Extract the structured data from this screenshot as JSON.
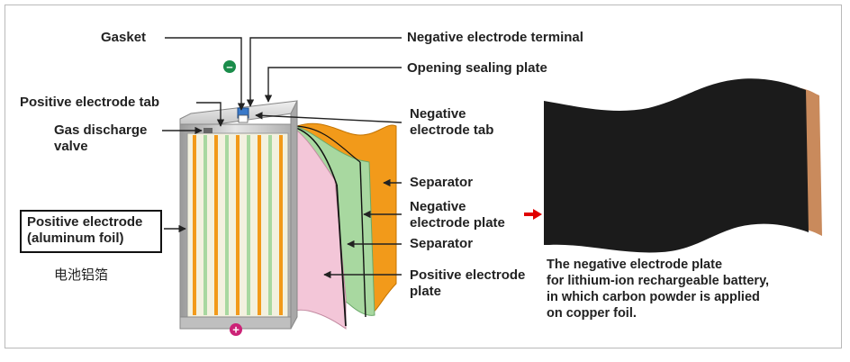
{
  "labels": {
    "gasket": "Gasket",
    "negative_electrode_terminal": "Negative electrode terminal",
    "opening_sealing_plate": "Opening sealing plate",
    "positive_electrode_tab": "Positive electrode tab",
    "gas_discharge_valve": [
      "Gas discharge",
      "valve"
    ],
    "negative_electrode_tab": [
      "Negative",
      "electrode tab"
    ],
    "separator_top": "Separator",
    "negative_electrode_plate": [
      "Negative",
      "electrode plate"
    ],
    "separator_bottom": "Separator",
    "positive_electrode_foil": [
      "Positive electrode",
      "(aluminum foil)"
    ],
    "positive_electrode_foil_cn": "电池铝箔",
    "positive_electrode_plate": [
      "Positive electrode",
      "plate"
    ]
  },
  "symbols": {
    "negative": "–",
    "positive": "+"
  },
  "note": [
    "The negative electrode plate",
    "for lithium-ion rechargeable battery,",
    "in which carbon powder is applied",
    "on copper foil."
  ],
  "colors": {
    "arrow": "#e00000",
    "negative_symbol": "#1a8c4a",
    "positive_symbol": "#cc2277",
    "orange_layer": "#f29a1a",
    "green_layer": "#a8d8a0",
    "pink_layer": "#f3c6d8",
    "carbon_sheet": "#1b1b1b",
    "copper_edge": "#c98a5c"
  }
}
